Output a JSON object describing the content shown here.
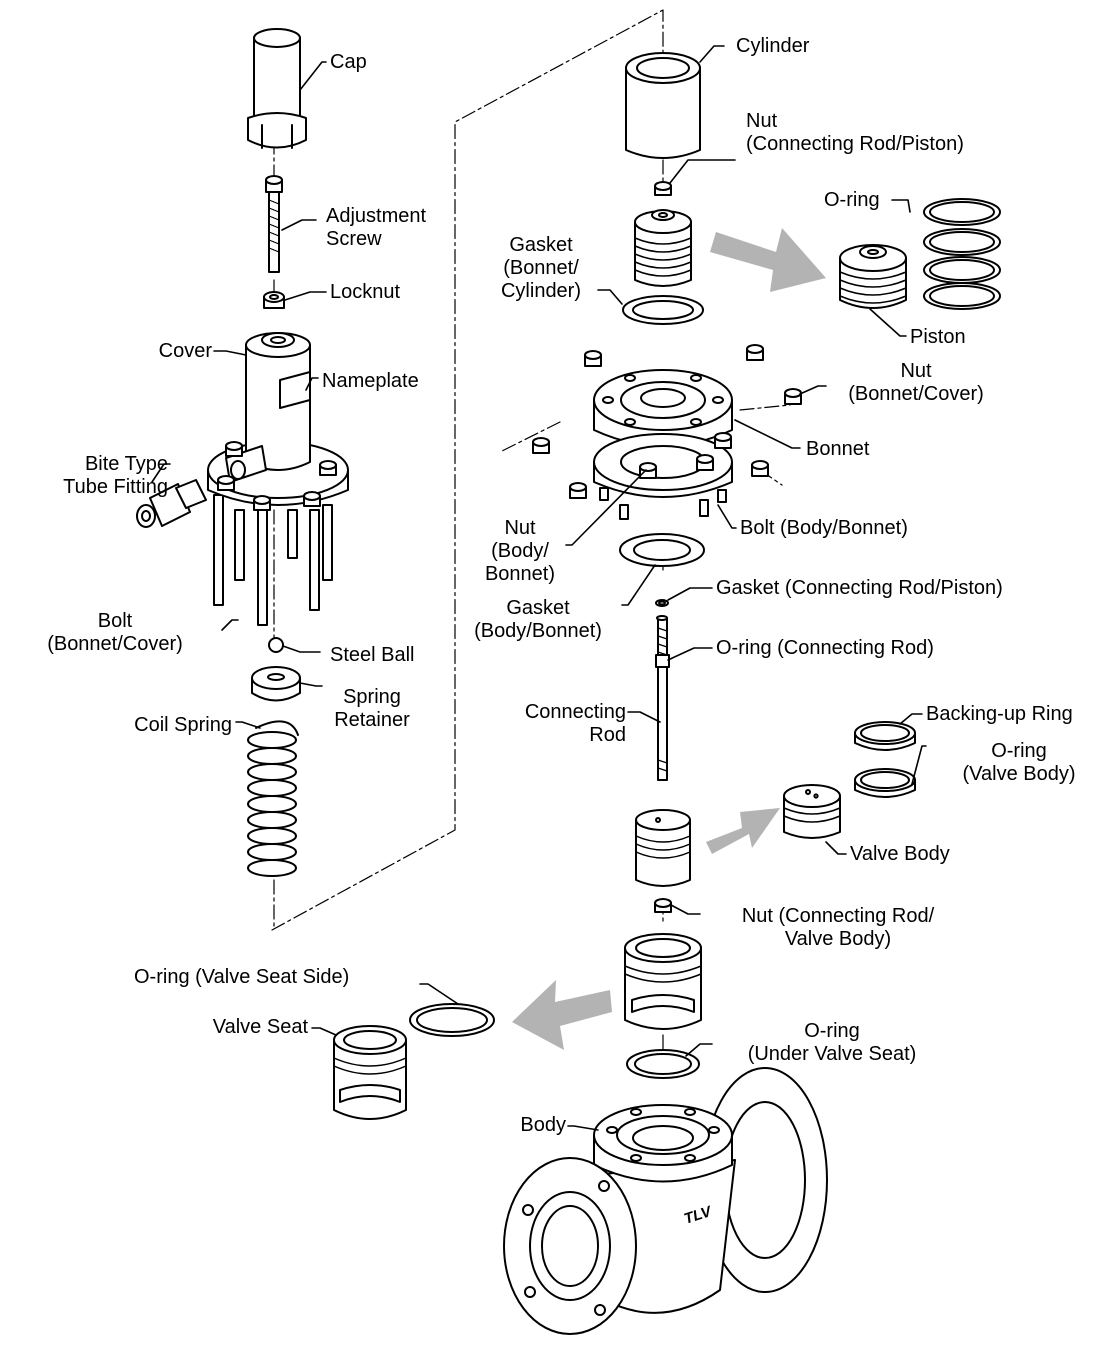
{
  "colors": {
    "line": "#000000",
    "part_fill": "#ffffff",
    "arrow": "#b3b3b3",
    "background": "#ffffff"
  },
  "brand_mark": "TLV",
  "labels": {
    "cap": "Cap",
    "adjustment_screw": "Adjustment\nScrew",
    "locknut": "Locknut",
    "cover": "Cover",
    "nameplate": "Nameplate",
    "bite_type_tube_fitting": "Bite Type\nTube Fitting",
    "bolt_bonnet_cover": "Bolt\n(Bonnet/Cover)",
    "steel_ball": "Steel Ball",
    "spring_retainer": "Spring\nRetainer",
    "coil_spring": "Coil Spring",
    "cylinder": "Cylinder",
    "nut_connecting_rod_piston": "Nut\n(Connecting Rod/Piston)",
    "oring_piston": "O-ring",
    "gasket_bonnet_cylinder": "Gasket\n(Bonnet/\nCylinder)",
    "piston": "Piston",
    "nut_bonnet_cover": "Nut\n(Bonnet/Cover)",
    "bonnet": "Bonnet",
    "bolt_body_bonnet": "Bolt (Body/Bonnet)",
    "nut_body_bonnet": "Nut\n(Body/\nBonnet)",
    "gasket_connecting_rod_piston": "Gasket (Connecting Rod/Piston)",
    "gasket_body_bonnet": "Gasket\n(Body/Bonnet)",
    "oring_connecting_rod": "O-ring (Connecting Rod)",
    "connecting_rod": "Connecting\nRod",
    "backing_up_ring": "Backing-up Ring",
    "oring_valve_body": "O-ring\n(Valve Body)",
    "valve_body": "Valve Body",
    "nut_connecting_rod_valve_body": "Nut (Connecting Rod/\nValve Body)",
    "oring_valve_seat_side": "O-ring (Valve Seat Side)",
    "valve_seat": "Valve Seat",
    "oring_under_valve_seat": "O-ring\n(Under Valve Seat)",
    "body": "Body"
  }
}
